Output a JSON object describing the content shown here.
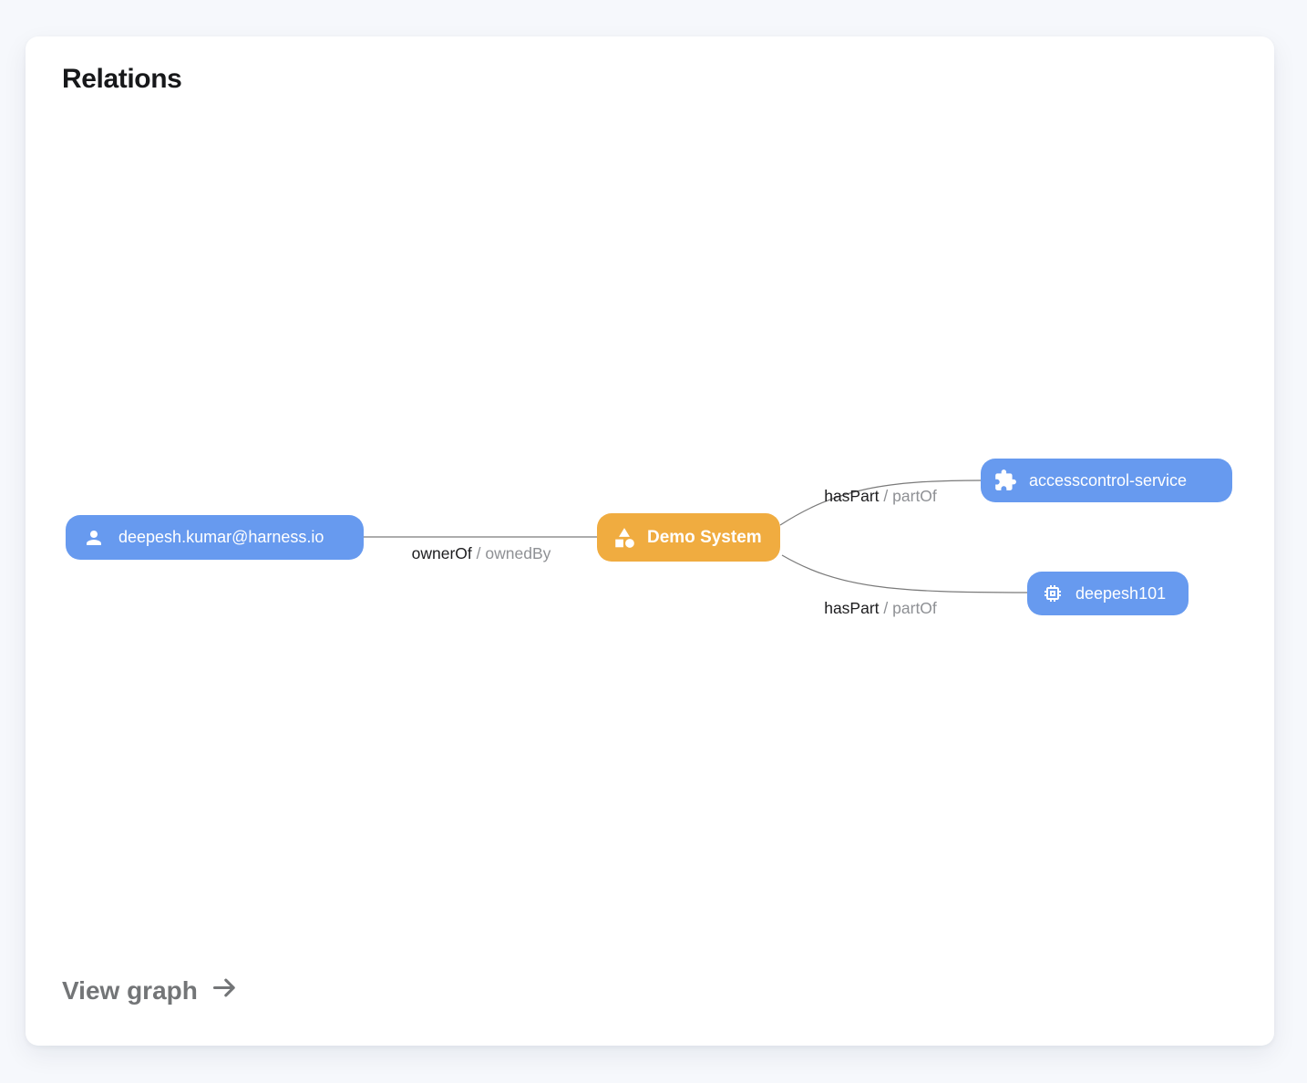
{
  "card": {
    "title": "Relations",
    "footer": {
      "label": "View graph",
      "icon": "arrow-right-icon"
    }
  },
  "colors": {
    "node_blue": "#679AEF",
    "node_orange": "#F0AC40",
    "edge_line": "#7A7A7A",
    "edge_label_primary": "#1D1D1F",
    "edge_label_secondary": "#8E9094",
    "card_background": "#FFFFFF",
    "page_background": "#F6F8FC"
  },
  "graph": {
    "nodes": [
      {
        "id": "user",
        "label": "deepesh.kumar@harness.io",
        "icon": "person-icon",
        "color": "#679AEF"
      },
      {
        "id": "system",
        "label": "Demo System",
        "icon": "category-icon",
        "color": "#F0AC40"
      },
      {
        "id": "service",
        "label": "accesscontrol-service",
        "icon": "extension-icon",
        "color": "#679AEF"
      },
      {
        "id": "resource",
        "label": "deepesh101",
        "icon": "memory-icon",
        "color": "#679AEF"
      }
    ],
    "edges": [
      {
        "from": "user",
        "to": "system",
        "label_primary": "ownerOf",
        "separator": "/",
        "label_secondary": "ownedBy"
      },
      {
        "from": "system",
        "to": "service",
        "label_primary": "hasPart",
        "separator": "/",
        "label_secondary": "partOf"
      },
      {
        "from": "system",
        "to": "resource",
        "label_primary": "hasPart",
        "separator": "/",
        "label_secondary": "partOf"
      }
    ]
  }
}
